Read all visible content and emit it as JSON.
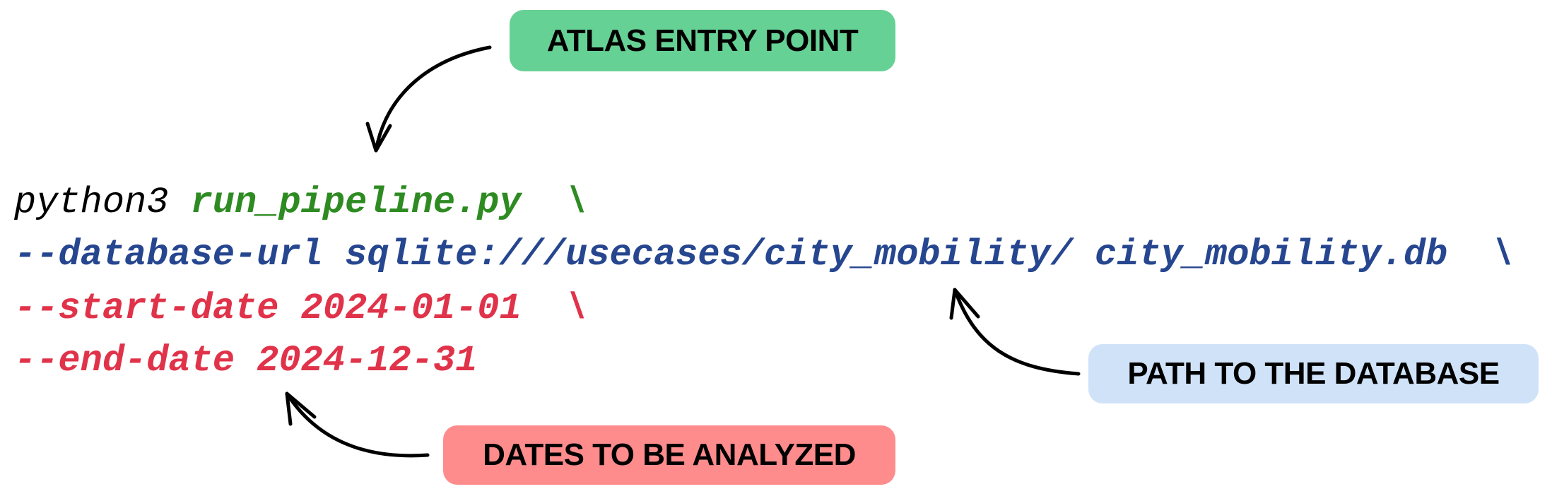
{
  "labels": {
    "entry_point": "ATLAS ENTRY POINT",
    "database_path": "PATH TO THE DATABASE",
    "dates": "DATES TO BE ANALYZED"
  },
  "code": {
    "line1": {
      "command": "python3 ",
      "script": "run_pipeline.py  \\"
    },
    "line2": "--database-url sqlite:///usecases/city_mobility/ city_mobility.db  \\",
    "line3": "--start-date 2024-01-01  \\",
    "line4": "--end-date 2024-12-31"
  },
  "colors": {
    "entry_box": "#66d194",
    "database_box": "#cfe2f8",
    "dates_box": "#ff8c8c",
    "script_text": "#2e8b22",
    "database_text": "#26468f",
    "dates_text": "#e0334a"
  }
}
